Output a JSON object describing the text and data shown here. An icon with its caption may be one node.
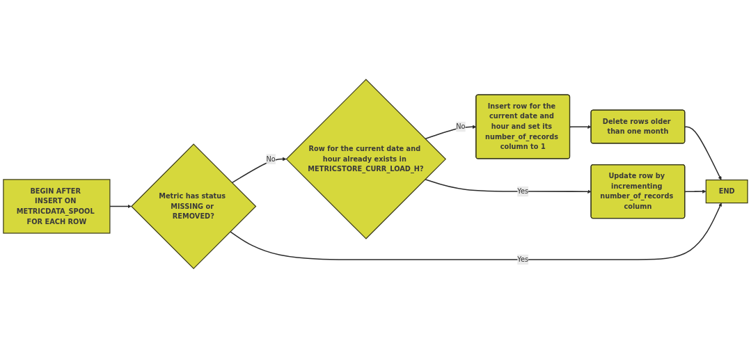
{
  "diagram": {
    "nodes": [
      {
        "text": [
          "BEGIN AFTER INSERT ON METRICDATA_SPOOL FOR EACH ROW"
        ]
      },
      {
        "text": [
          "Metric has status MISSING or REMOVED?"
        ]
      },
      {
        "text": [
          "Row for the current date and hour already exists in METRICSTORE_CURR_LOAD_H?"
        ]
      },
      {
        "text": [
          "Insert row for the current date and hour and set its number_of_records column to 1"
        ]
      },
      {
        "text": [
          "Delete rows older than one month"
        ]
      },
      {
        "text": [
          "Update row by incrementing number_of_records column"
        ]
      },
      {
        "text": [
          "END"
        ]
      }
    ],
    "edges": [
      {
        "from": 0,
        "to": 1,
        "arrow": "to"
      },
      {
        "from": 1,
        "to": 2,
        "arrow": "to",
        "label": "No"
      },
      {
        "from": 2,
        "to": 3,
        "arrow": "to",
        "label": "No"
      },
      {
        "from": 3,
        "to": 4,
        "arrow": "to"
      },
      {
        "from": 2,
        "to": 5,
        "arrow": "to",
        "label": "Yes"
      },
      {
        "from": 4,
        "to": 6,
        "arrow": "to"
      },
      {
        "from": 5,
        "to": 6,
        "arrow": "to"
      },
      {
        "from": 1,
        "to": 6,
        "arrow": "to",
        "label": "Yes"
      }
    ]
  }
}
